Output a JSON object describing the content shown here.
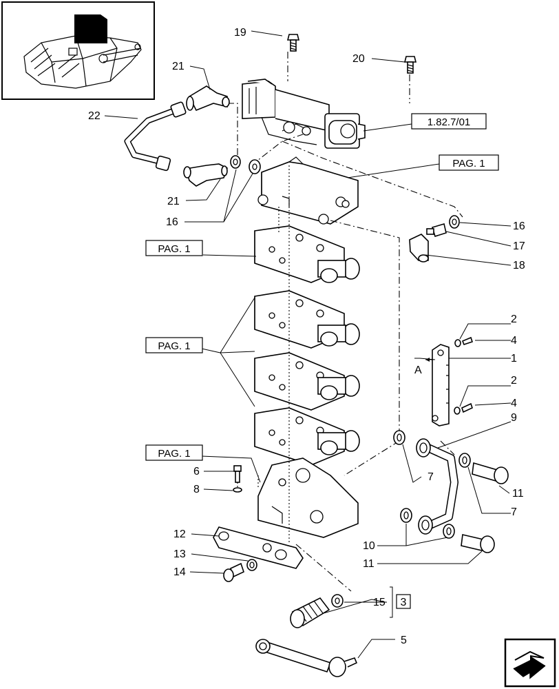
{
  "diagram": {
    "callouts": {
      "c1": "1",
      "c2a": "2",
      "c2b": "2",
      "c3": "3",
      "c4a": "4",
      "c4b": "4",
      "c5": "5",
      "c6": "6",
      "c7a": "7",
      "c7b": "7",
      "c8": "8",
      "c9": "9",
      "c10": "10",
      "c11a": "11",
      "c11b": "11",
      "c12": "12",
      "c13": "13",
      "c14": "14",
      "c15": "15",
      "c16a": "16",
      "c16b": "16",
      "c17": "17",
      "c18": "18",
      "c19": "19",
      "c20": "20",
      "c21a": "21",
      "c21b": "21",
      "c22": "22"
    },
    "refs": {
      "ref_main": "1.82.7/01",
      "pag1": "PAG. 1",
      "pag2": "PAG. 1",
      "pag3": "PAG. 1",
      "pag4": "PAG. 1",
      "view_a": "A"
    },
    "icons": {
      "thumbnail": "tractor-hitch-thumbnail-icon",
      "nav": "next-page-arrow-icon"
    }
  }
}
